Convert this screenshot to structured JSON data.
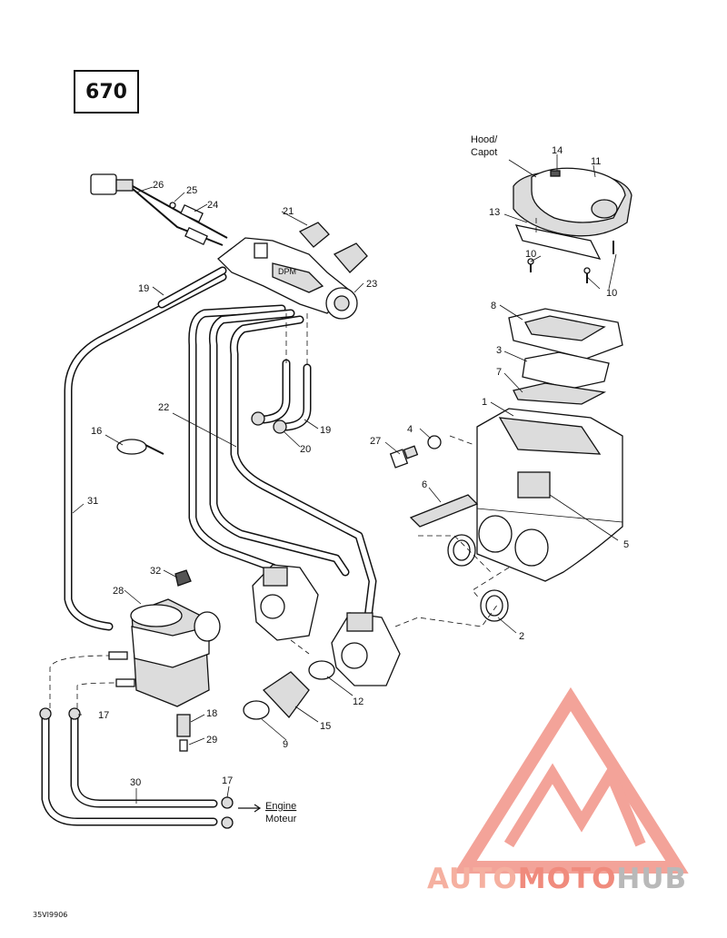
{
  "page_number": "670",
  "labels": {
    "hood_en": "Hood/",
    "hood_fr": "Capot",
    "engine_en": "Engine",
    "engine_fr": "Moteur"
  },
  "callouts": {
    "c1": "1",
    "c2": "2",
    "c3": "3",
    "c4": "4",
    "c5": "5",
    "c6": "6",
    "c7": "7",
    "c8": "8",
    "c9": "9",
    "c10a": "10",
    "c10b": "10",
    "c11": "11",
    "c12": "12",
    "c13": "13",
    "c14": "14",
    "c15": "15",
    "c16": "16",
    "c17a": "17",
    "c17b": "17",
    "c18": "18",
    "c19a": "19",
    "c19b": "19",
    "c20": "20",
    "c21": "21",
    "c22": "22",
    "c23": "23",
    "c24": "24",
    "c25": "25",
    "c26": "26",
    "c27": "27",
    "c28": "28",
    "c29": "29",
    "c30": "30",
    "c31": "31",
    "c32": "32"
  },
  "footer_code": "35VI9906",
  "watermark": {
    "part1": "AUTO",
    "part2": "MOTO",
    "part3": "HUB",
    "colors": {
      "light": "#f5b0a0",
      "mid": "#f08b7d",
      "grey": "#b9b9b9"
    }
  }
}
